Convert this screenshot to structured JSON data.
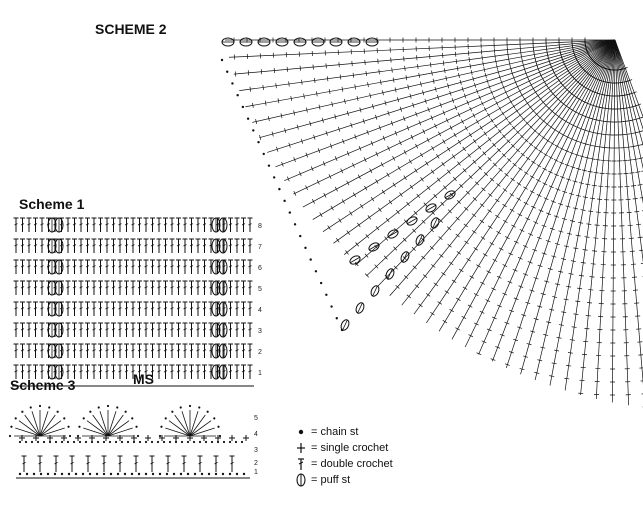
{
  "titles": {
    "scheme2": "SCHEME 2",
    "scheme1": "Scheme 1",
    "scheme3": "Scheme 3",
    "ms": "MS"
  },
  "scheme1_rows": [
    "1",
    "2",
    "3",
    "4",
    "5",
    "6",
    "7",
    "8"
  ],
  "scheme3_rows": [
    "1",
    "2",
    "3",
    "4",
    "5"
  ],
  "legend": [
    {
      "symbol": "chain-st-icon",
      "label": "= chain st"
    },
    {
      "symbol": "single-crochet-icon",
      "label": "= single crochet"
    },
    {
      "symbol": "double-crochet-icon",
      "label": "= double crochet"
    },
    {
      "symbol": "puff-st-icon",
      "label": "= puff st"
    }
  ],
  "colors": {
    "ink": "#111111",
    "background": "#ffffff"
  }
}
